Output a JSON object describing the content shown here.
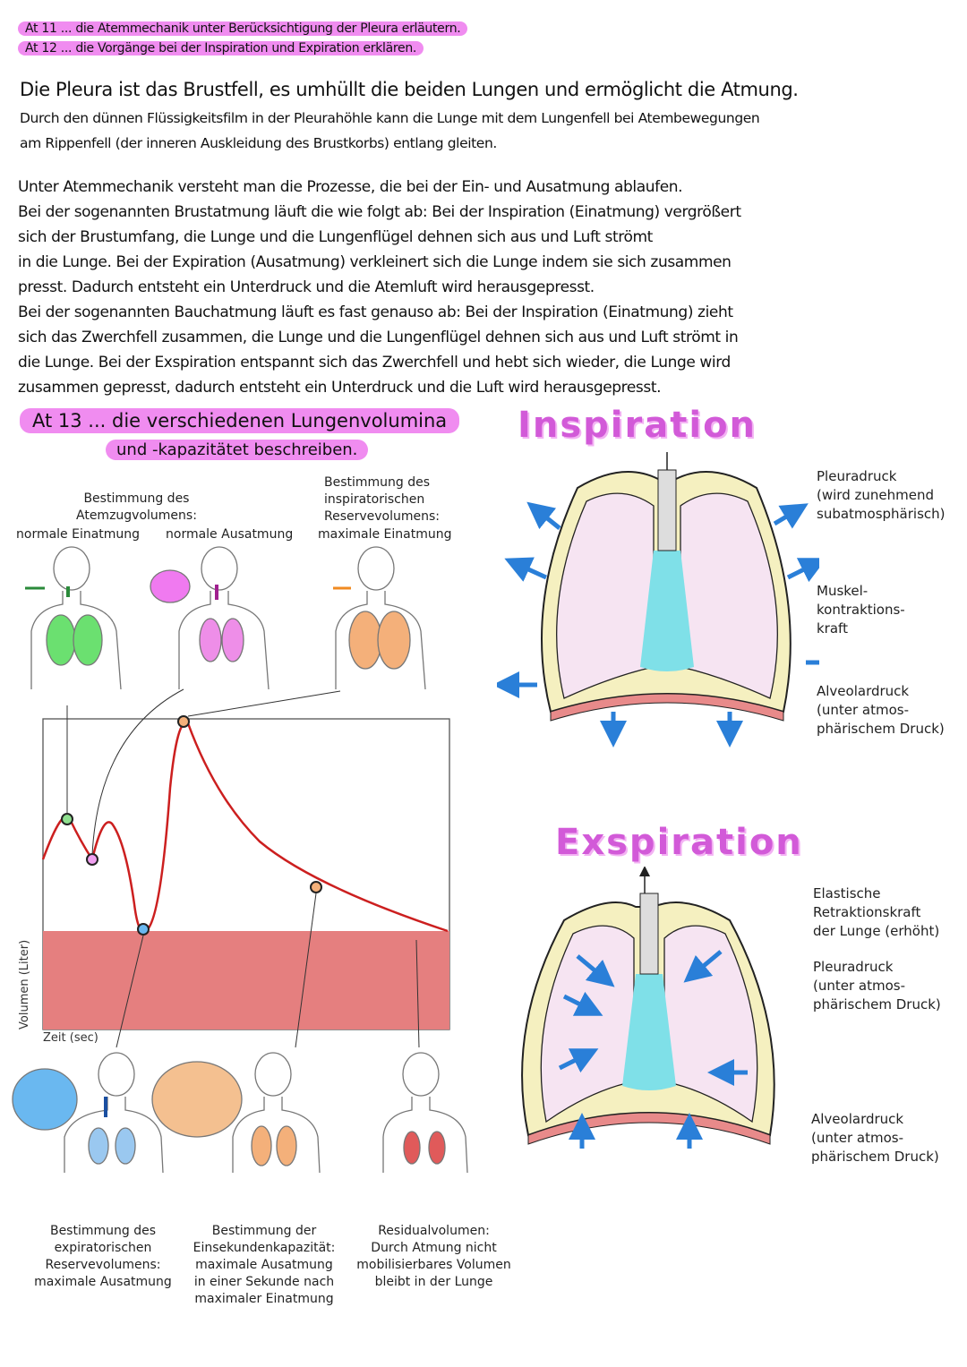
{
  "goals": [
    "At 11 ... die Atemmechanik unter Berücksichtigung der Pleura erläutern.",
    "At 12 ... die Vorgänge bei der Inspiration und Expiration erklären."
  ],
  "pleura_paragraph": [
    "Die Pleura ist das Brustfell, es umhüllt die beiden Lungen und ermöglicht die Atmung.",
    "Durch den dünnen Flüssigkeitsfilm in der Pleurahöhle kann die Lunge mit dem Lungenfell bei Atembewegungen",
    "am Rippenfell (der inneren Auskleidung des Brustkorbs) entlang gleiten."
  ],
  "mechanics_paragraph": [
    "Unter Atemmechanik versteht man die Prozesse, die bei der Ein- und Ausatmung ablaufen.",
    "Bei der sogenannten Brustatmung läuft die wie folgt ab: Bei der Inspiration (Einatmung) vergrößert",
    "sich der Brustumfang, die Lunge und die Lungenflügel dehnen sich aus und Luft strömt",
    "in die Lunge. Bei der Expiration (Ausatmung) verkleinert sich die Lunge indem sie sich zusammen",
    "presst. Dadurch entsteht ein Unterdruck und die Atemluft wird herausgepresst.",
    "Bei der sogenannten Bauchatmung läuft es fast genauso ab: Bei der Inspiration (Einatmung) zieht",
    "sich das Zwerchfell zusammen, die Lunge und die Lungenflügel dehnen sich aus und Luft strömt in",
    "die Lunge. Bei der Exspiration entspannt sich das Zwerchfell und hebt sich wieder, die Lunge wird",
    "zusammen gepresst, dadurch entsteht ein Unterdruck und die Luft wird herausgepresst."
  ],
  "at13": {
    "line1": "At 13 ... die verschiedenen Lungenvolumina",
    "line2": "und -kapazitätet beschreiben."
  },
  "top_labels": {
    "atemzug": "Bestimmung des\nAtemzugvolumens:",
    "normal_in": "normale Einatmung",
    "normal_out": "normale Ausatmung",
    "irv": "Bestimmung des\ninspiratorischen\nReservevolumens:",
    "max_in": "maximale Einatmung"
  },
  "graph": {
    "ylabel": "Volumen (Liter)",
    "xlabel": "Zeit (sec)",
    "colors": {
      "curve": "#cc1f1f",
      "residual": "#e57f7f"
    }
  },
  "bottom_labels": {
    "erv": "Bestimmung des\nexpiratorischen\nReservevolumens:\nmaximale Ausatmung",
    "fev1": "Bestimmung der\nEinsekundenkapazität:\nmaximale Ausatmung\nin einer Sekunde nach\nmaximaler Einatmung",
    "rv": "Residualvolumen:\nDurch Atmung nicht\nmobilisierbares Volumen\nbleibt in der Lunge"
  },
  "inspiration": {
    "title": "Inspiration",
    "labels": [
      "Pleuradruck\n(wird zunehmend\nsubatmosphärisch)",
      "Muskel-\nkontraktions-\nkraft",
      "Alveolardruck\n(unter atmos-\nphärischem Druck)"
    ]
  },
  "exspiration": {
    "title": "Exspiration",
    "labels": [
      "Elastische\nRetraktionskraft\nder Lunge (erhöht)",
      "Pleuradruck\n(unter atmos-\nphärischem Druck)",
      "Alveolardruck\n(unter atmos-\nphärischem Druck)"
    ]
  }
}
